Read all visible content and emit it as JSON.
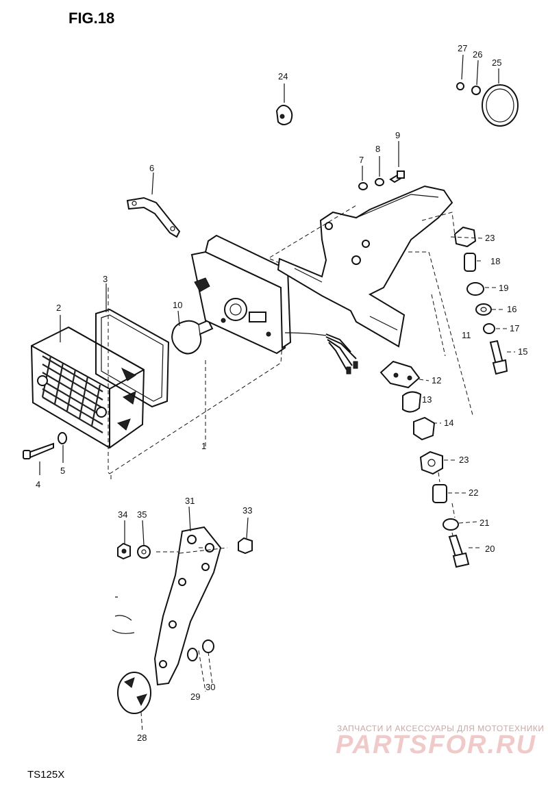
{
  "figure": {
    "title": "FIG.18",
    "model": "TS125X"
  },
  "callouts": [
    "1",
    "2",
    "3",
    "4",
    "5",
    "6",
    "7",
    "8",
    "9",
    "10",
    "11",
    "12",
    "13",
    "14",
    "15",
    "16",
    "17",
    "18",
    "19",
    "20",
    "21",
    "22",
    "23",
    "23",
    "24",
    "25",
    "26",
    "27",
    "28",
    "29",
    "30",
    "31",
    "33",
    "34",
    "35"
  ],
  "watermark": {
    "caption": "ЗАПЧАСТИ И АКСЕССУАРЫ ДЛЯ МОТОТЕХНИКИ",
    "logo": "PARTSFOR.RU"
  }
}
